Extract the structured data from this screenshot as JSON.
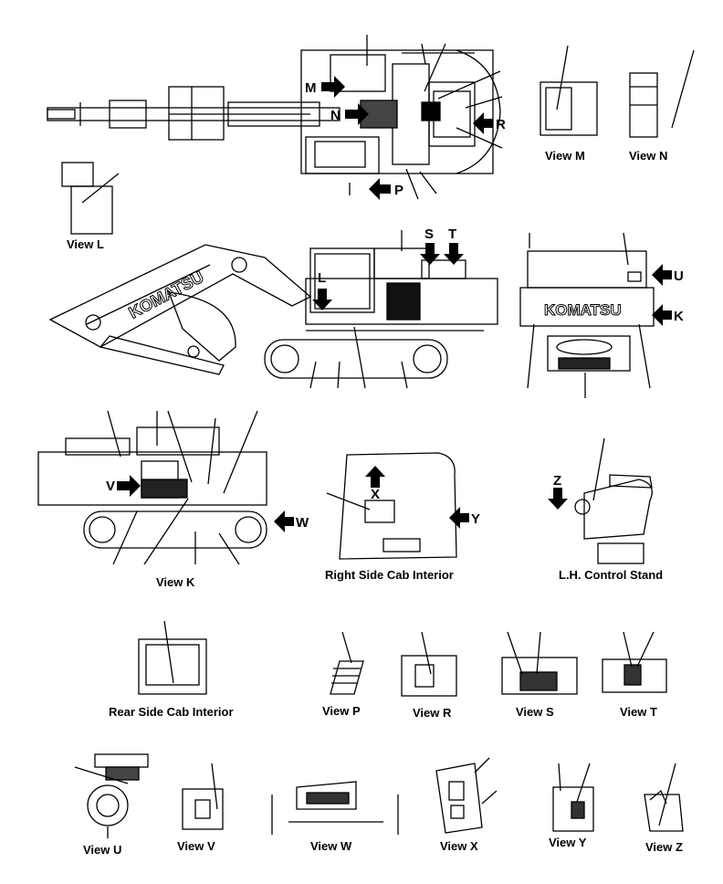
{
  "views": {
    "m": "View M",
    "n": "View N",
    "l": "View L",
    "k": "View K",
    "p": "View P",
    "r": "View R",
    "s": "View S",
    "t": "View T",
    "u": "View U",
    "v": "View V",
    "w": "View W",
    "x": "View X",
    "y": "View Y",
    "z": "View Z",
    "right_cab": "Right Side Cab Interior",
    "lh_stand": "L.H. Control Stand",
    "rear_cab": "Rear Side Cab Interior"
  },
  "arrows": {
    "m": "M",
    "n": "N",
    "p": "P",
    "r": "R",
    "s": "S",
    "t": "T",
    "l": "L",
    "u": "U",
    "k": "K",
    "v": "V",
    "w": "W",
    "x": "X",
    "y": "Y",
    "z": "Z"
  },
  "brand": "KOMATSU"
}
